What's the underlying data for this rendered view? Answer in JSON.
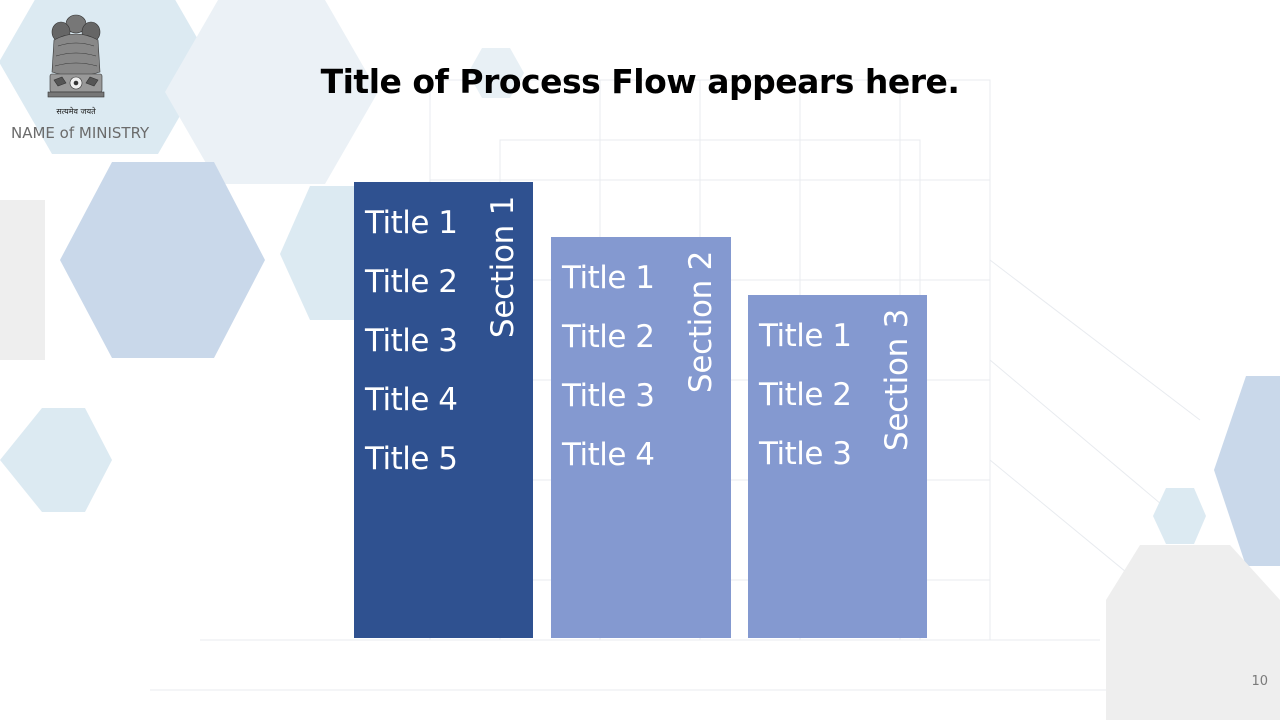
{
  "header": {
    "emblem_caption": "सत्यमेव जयते",
    "ministry": "NAME of MINISTRY"
  },
  "title": "Title of Process Flow appears here.",
  "sections": [
    {
      "label": "Section 1",
      "color": "#2f5190",
      "items": [
        "Title 1",
        "Title 2",
        "Title 3",
        "Title 4",
        "Title 5"
      ]
    },
    {
      "label": "Section 2",
      "color": "#8499d0",
      "items": [
        "Title 1",
        "Title 2",
        "Title 3",
        "Title 4"
      ]
    },
    {
      "label": "Section 3",
      "color": "#8499d0",
      "items": [
        "Title 1",
        "Title 2",
        "Title 3"
      ]
    }
  ],
  "page_number": "10",
  "colors": {
    "hex_dark": "#c9d8ea",
    "hex_light": "#dceaf2",
    "hex_grey": "#eeeeee"
  }
}
